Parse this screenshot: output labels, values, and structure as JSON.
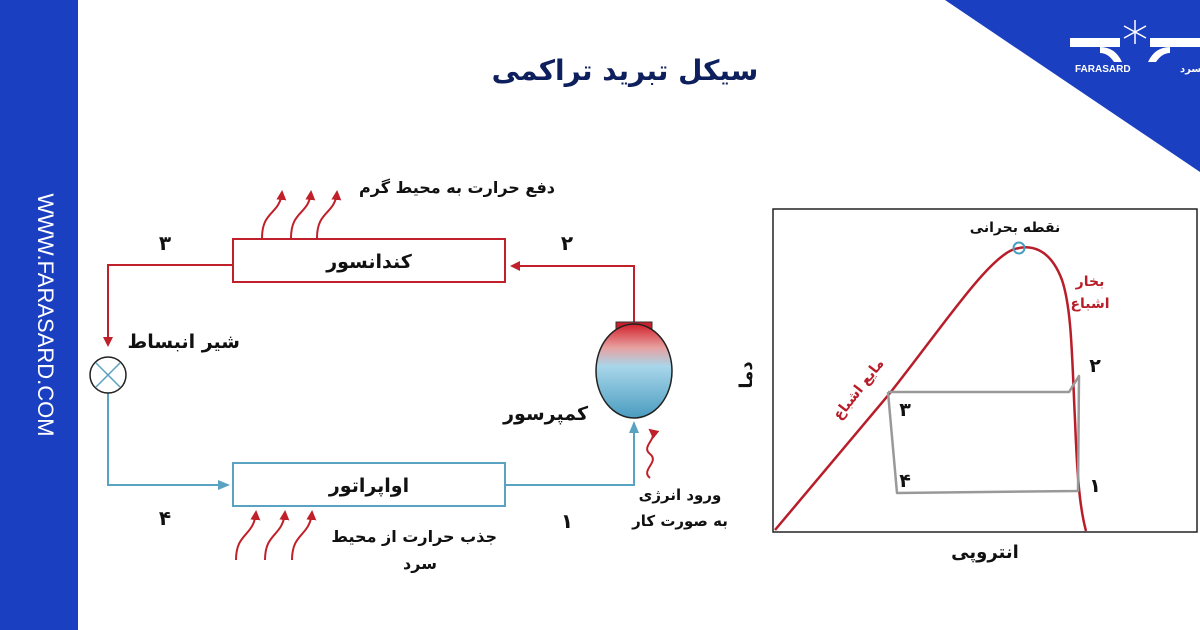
{
  "brand": {
    "website": "WWW.FARASARD.COM",
    "logo_text": "FARASARD فراسرد",
    "color_primary": "#1b3fc1"
  },
  "title": "سیکل تبرید تراکمی",
  "cycle_diagram": {
    "condenser": "کندانسور",
    "evaporator": "اواپراتور",
    "expansion_valve": "شیر انبساط",
    "compressor": "کمپرسور",
    "heat_rejection": "دفع حرارت به محیط گرم",
    "heat_absorption_line1": "جذب حرارت از محیط",
    "heat_absorption_line2": "سرد",
    "work_input_line1": "ورود انرژی",
    "work_input_line2": "به صورت کار",
    "points": {
      "p1": "۱",
      "p2": "۲",
      "p3": "۳",
      "p4": "۴"
    },
    "hot_color": "#c0202a",
    "cold_color": "#5aa2c2"
  },
  "ts_diagram": {
    "critical_point": "نقطه بحرانی",
    "saturated_vapor_line1": "بخار",
    "saturated_vapor_line2": "اشباع",
    "saturated_liquid": "مایع اشباع",
    "x_label": "انتروپی",
    "y_label": "دما",
    "points": {
      "p1": "۱",
      "p2": "۲",
      "p3": "۳",
      "p4": "۴"
    },
    "dome_color": "#b81e2a",
    "cycle_color": "#999999"
  }
}
